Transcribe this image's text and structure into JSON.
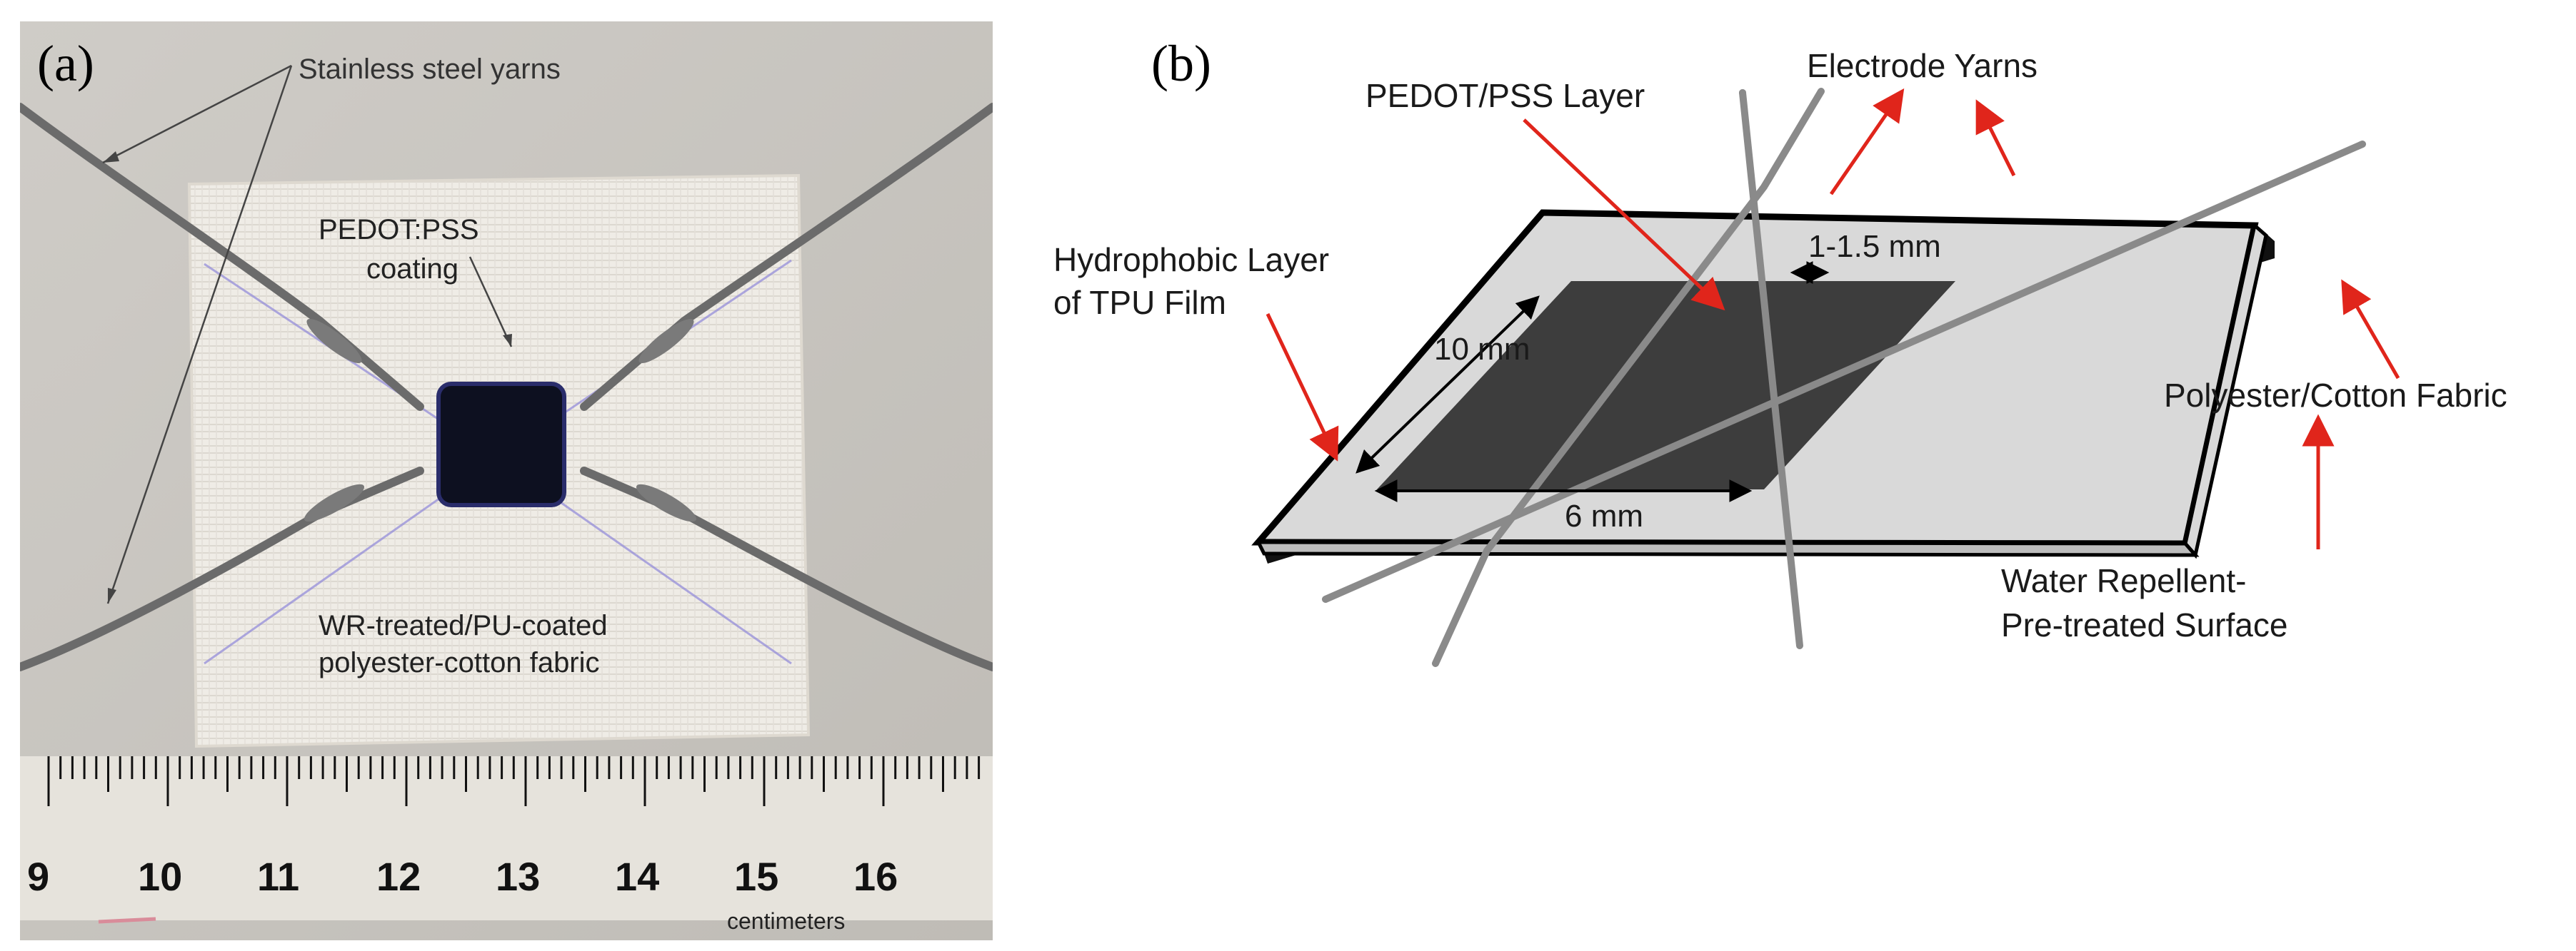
{
  "panel_a": {
    "label": "(a)",
    "annotations": {
      "yarns": "Stainless steel yarns",
      "coating_line1": "PEDOT:PSS",
      "coating_line2": "coating",
      "fabric_line1": "WR-treated/PU-coated",
      "fabric_line2": "polyester-cotton fabric"
    },
    "ruler": {
      "numbers": [
        "9",
        "10",
        "11",
        "12",
        "13",
        "14",
        "15",
        "16"
      ],
      "unit": "centimeters"
    }
  },
  "panel_b": {
    "label": "(b)",
    "labels": {
      "pedot": "PEDOT/PSS Layer",
      "electrode": "Electrode Yarns",
      "hydrophobic_line1": "Hydrophobic Layer",
      "hydrophobic_line2": "of TPU Film",
      "gap": "1-1.5 mm",
      "length": "10 mm",
      "width": "6 mm",
      "fabric": "Polyester/Cotton Fabric",
      "water_line1": "Water Repellent-",
      "water_line2": "Pre-treated Surface"
    }
  },
  "colors": {
    "arrow": "#e0251b",
    "film": "#d9d9d9",
    "pedot_layer": "#3d3d3d",
    "yarn": "#8a8a8a",
    "photo_background": "#c9c6c1",
    "fabric": "#efece6",
    "ruler": "#e6e3dc"
  }
}
